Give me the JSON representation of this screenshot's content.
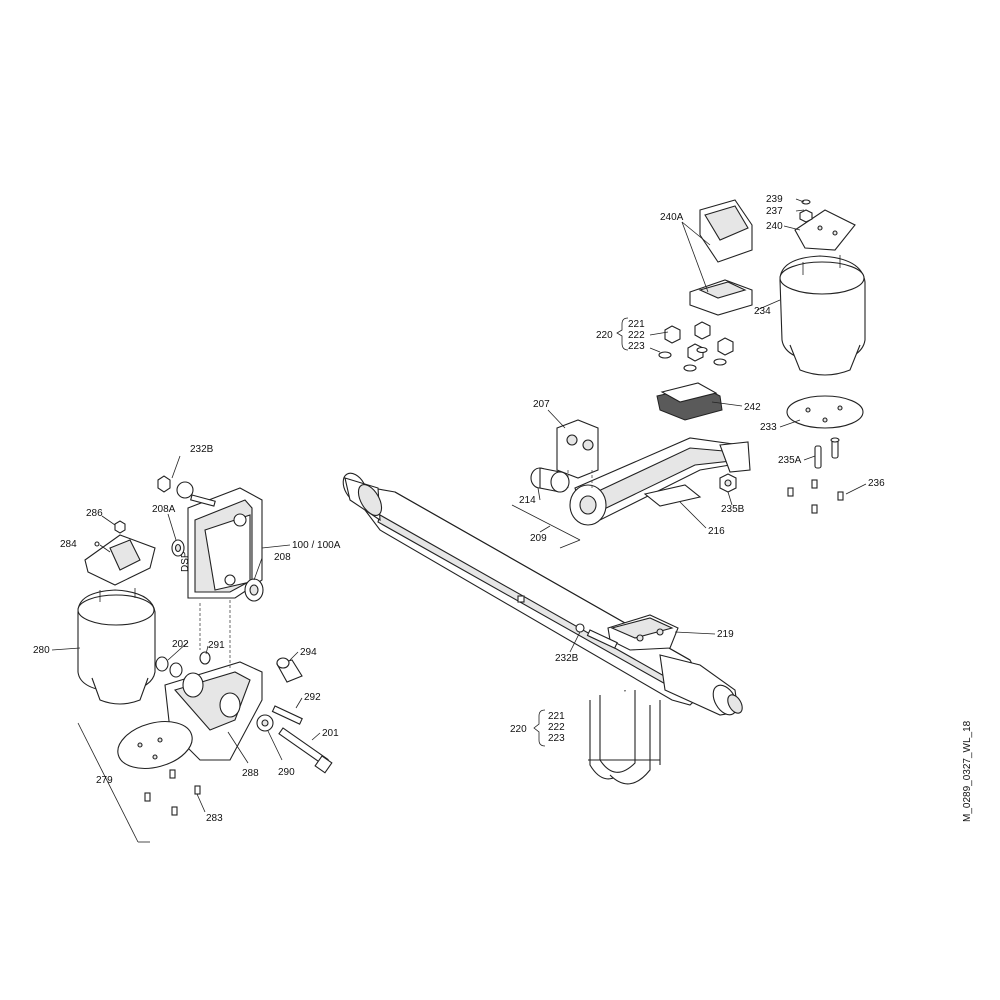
{
  "drawing_code": "M_0289_0327_WL_18",
  "labels": {
    "l232B_top": "232B",
    "l286": "286",
    "l208A": "208A",
    "l284": "284",
    "l100": "100 / 100A",
    "l208": "208",
    "l280": "280",
    "l202": "202",
    "l291": "291",
    "l294": "294",
    "l292": "292",
    "l201": "201",
    "l290": "290",
    "l288": "288",
    "l279": "279",
    "l283": "283",
    "l240A": "240A",
    "l239": "239",
    "l237": "237",
    "l240": "240",
    "l221a": "221",
    "l222a": "222",
    "l223a": "223",
    "l220a": "220",
    "l234": "234",
    "l242": "242",
    "l207": "207",
    "l233": "233",
    "l235A": "235A",
    "l236": "236",
    "l214": "214",
    "l235B": "235B",
    "l209": "209",
    "l216": "216",
    "l219": "219",
    "l232B_mid": "232B",
    "l221b": "221",
    "l222b": "222",
    "l223b": "223",
    "l220b": "220"
  }
}
